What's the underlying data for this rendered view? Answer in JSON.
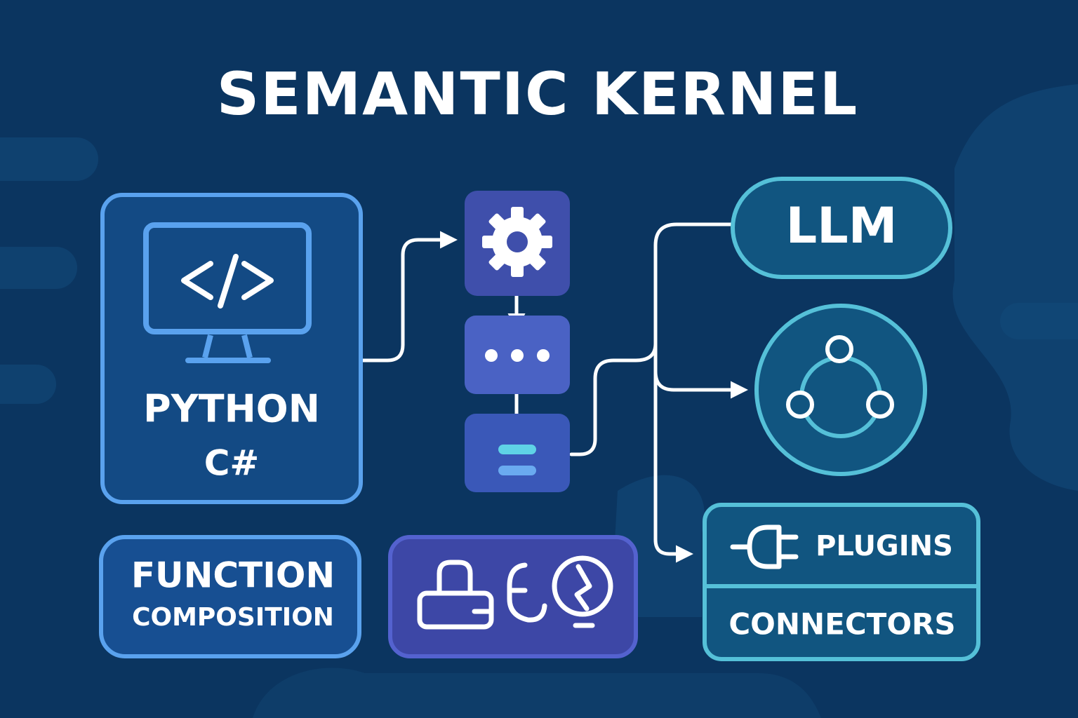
{
  "title": "SEMANTIC KERNEL",
  "languages_box": {
    "line1": "PYTHON",
    "line2": "C#"
  },
  "function_box": {
    "line1": "FUNCTION",
    "line2": "COMPOSITION"
  },
  "llm_box": {
    "label": "LLM"
  },
  "plugins_box": {
    "top_label": "PLUGINS",
    "bottom_label": "CONNECTORS"
  },
  "icons": {
    "code": "code-monitor-icon",
    "gear": "gear-icon",
    "dots": "ellipsis-icon",
    "memory": "memory-bars-icon",
    "network": "network-nodes-icon",
    "plug": "plug-icon",
    "tools": "tools-icon"
  },
  "colors": {
    "background": "#0b3560",
    "blue_accent": "#5aa2ee",
    "indigo": "#3f4fab",
    "teal": "#55c0d8",
    "white": "#ffffff"
  }
}
